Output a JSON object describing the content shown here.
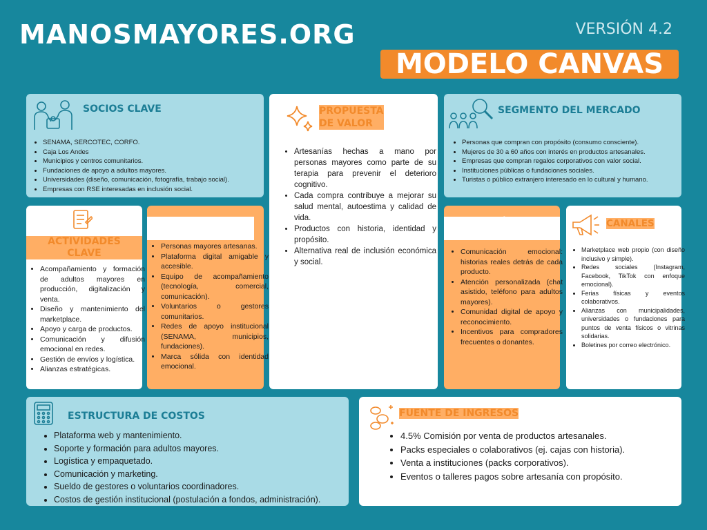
{
  "header": {
    "brand": "MANOSMAYORES.ORG",
    "version": "VERSIÓN 4.2",
    "title": "MODELO CANVAS"
  },
  "colors": {
    "background": "#17879d",
    "accent": "#f28a2b",
    "light_blue": "#a9dbe6",
    "light_orange": "#ffae64",
    "teal_text": "#1b7d95"
  },
  "socios": {
    "icon": "partners-puzzle-icon",
    "title": "SOCIOS CLAVE",
    "items": [
      "SENAMA, SERCOTEC, CORFO.",
      "Caja Los Andes",
      "Municipios y centros comunitarios.",
      "Fundaciones de apoyo a adultos mayores.",
      "Universidades (diseño, comunicación, fotografía, trabajo social).",
      "Empresas con RSE interesadas en inclusión social."
    ]
  },
  "propuesta": {
    "icon": "sparkle-icon",
    "title_line1": "PROPUESTA",
    "title_line2": "DE VALOR",
    "items": [
      "Artesanías hechas a mano por personas mayores como parte de su terapia para prevenir el deterioro cognitivo.",
      "Cada compra contribuye a mejorar su salud mental, autoestima y calidad de vida.",
      "Productos con historia, identidad y propósito.",
      "Alternativa real de inclusión económica y social."
    ]
  },
  "segmento": {
    "icon": "people-magnifier-icon",
    "title": "SEGMENTO DEL MERCADO",
    "items": [
      "Personas que compran con propósito (consumo consciente).",
      "Mujeres de 30 a 60 años con interés en productos artesanales.",
      "Empresas que compran regalos corporativos con valor social.",
      "Instituciones públicas o fundaciones sociales.",
      "Turistas o público extranjero interesado en lo cultural y humano."
    ]
  },
  "actividades": {
    "icon": "checklist-icon",
    "title_line1": "ACTIVIDADES",
    "title_line2": "CLAVE",
    "items": [
      "Acompañamiento y formación de adultos mayores en producción, digitalización y venta.",
      "Diseño y mantenimiento del marketplace.",
      "Apoyo y carga de productos.",
      "Comunicación y difusión emocional en redes.",
      "Gestión de envíos y logística.",
      "Alianzas estratégicas."
    ]
  },
  "recursos": {
    "title_line1": "RECURSOS",
    "title_line2": "CLAVE",
    "items": [
      "Personas mayores artesanas.",
      "Plataforma digital amigable y accesible.",
      "Equipo de acompañamiento (tecnología, comercial, comunicación).",
      "Voluntarios o gestores comunitarios.",
      "Redes de apoyo institucional (SENAMA, municipios, fundaciones).",
      "Marca sólida con identidad emocional."
    ]
  },
  "relacion": {
    "title_line1": "RELACIÓN CON",
    "title_line2": "CLIENTES",
    "items": [
      "Comunicación emocional: historias reales detrás de cada producto.",
      "Atención personalizada (chat asistido, teléfono para adultos mayores).",
      "Comunidad digital de apoyo y reconocimiento.",
      "Incentivos para compradores frecuentes o donantes."
    ]
  },
  "canales": {
    "icon": "megaphone-icon",
    "title": "CANALES",
    "items": [
      "Marketplace web propio (con diseño inclusivo y simple).",
      "Redes sociales (Instagram, Facebook, TikTok con enfoque emocional).",
      "Ferias físicas y eventos colaborativos.",
      "Alianzas con municipalidades, universidades o fundaciones para puntos de venta físicos o vitrinas solidarias.",
      "Boletines por correo electrónico."
    ]
  },
  "costos": {
    "icon": "calculator-icon",
    "title": "ESTRUCTURA DE COSTOS",
    "items": [
      "Plataforma web y mantenimiento.",
      "Soporte y formación para adultos mayores.",
      "Logística y empaquetado.",
      "Comunicación y marketing.",
      "Sueldo de gestores o voluntarios coordinadores.",
      "Costos de gestión institucional (postulación a fondos, administración)."
    ]
  },
  "ingresos": {
    "icon": "coins-icon",
    "title": "FUENTE DE INGRESOS",
    "items": [
      "4.5% Comisión por venta de productos artesanales.",
      "Packs especiales o colaborativos (ej. cajas con historia).",
      "Venta a instituciones (packs corporativos).",
      "Eventos o talleres pagos sobre artesanía con propósito."
    ]
  }
}
